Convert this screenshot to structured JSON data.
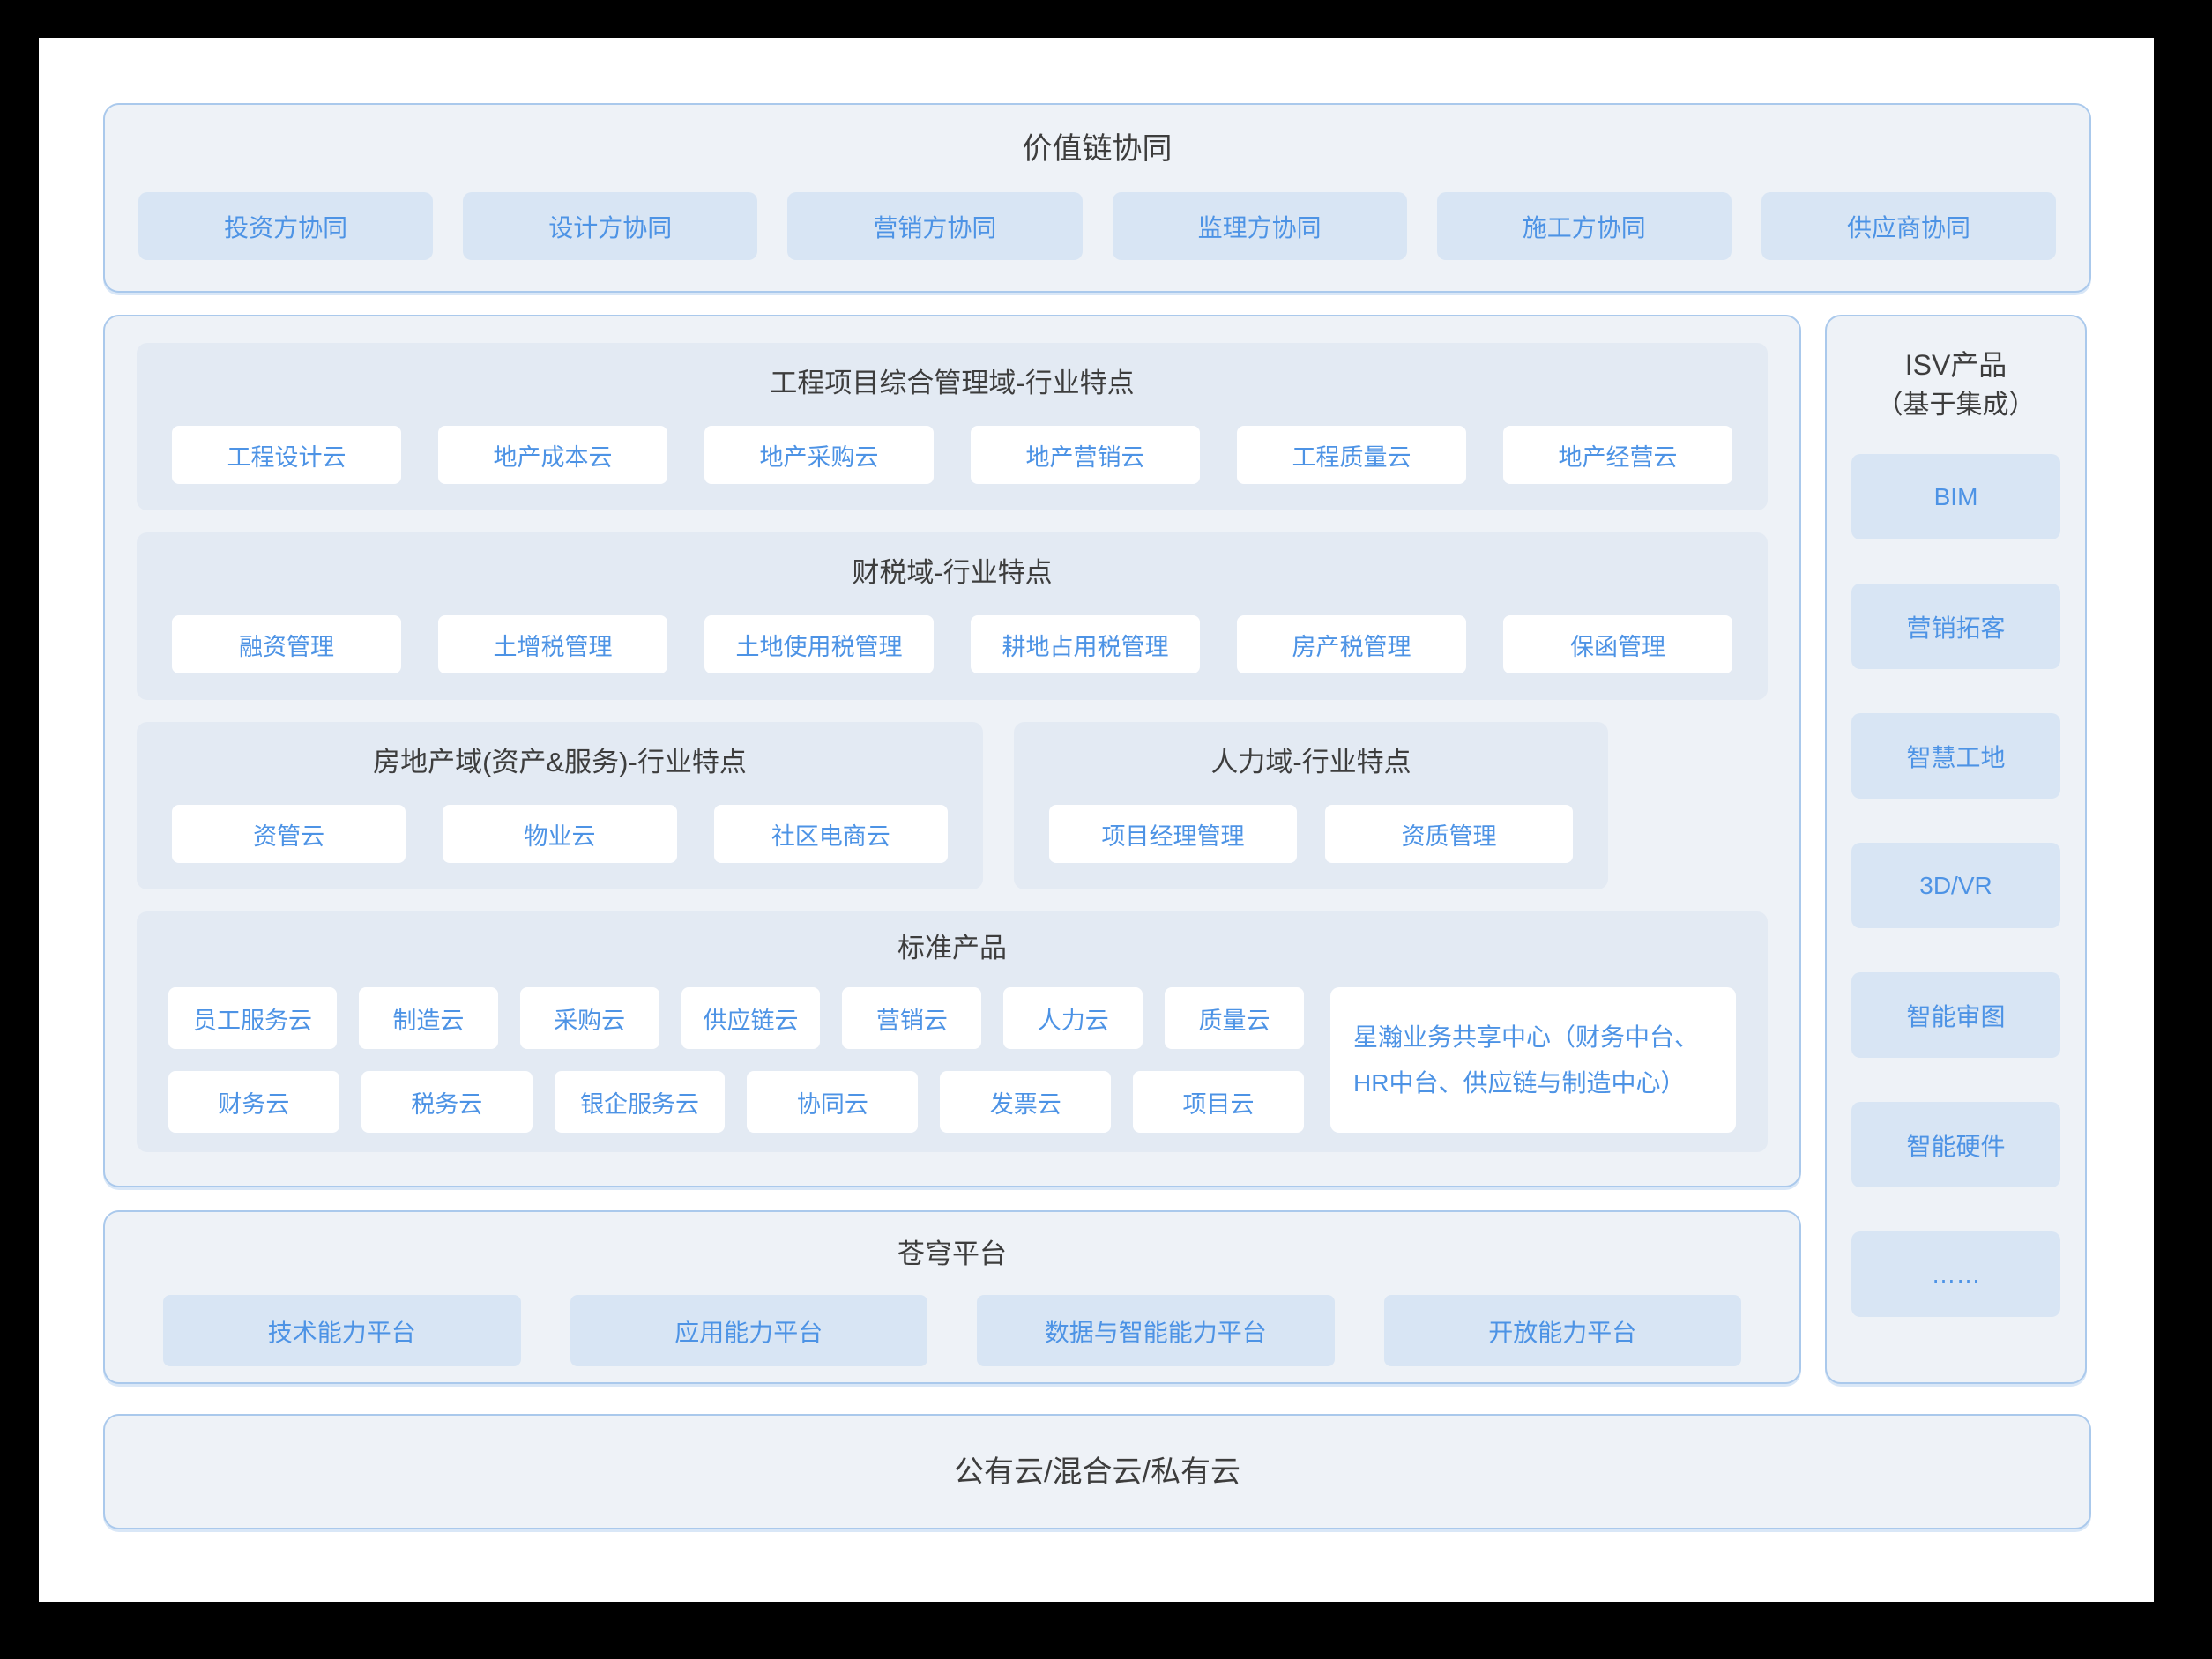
{
  "colors": {
    "frame_bg": "#000000",
    "page_bg": "#ffffff",
    "panel_bg": "#eef2f7",
    "subpanel_bg": "#e3eaf3",
    "chip_bg": "#d8e5f4",
    "box_bg": "#ffffff",
    "border": "#aac9ec",
    "accent_text": "#4d93e5",
    "title_text": "#3d3d3d"
  },
  "value_chain": {
    "title": "价值链协同",
    "items": [
      "投资方协同",
      "设计方协同",
      "营销方协同",
      "监理方协同",
      "施工方协同",
      "供应商协同"
    ]
  },
  "domains": {
    "project": {
      "title": "工程项目综合管理域-行业特点",
      "items": [
        "工程设计云",
        "地产成本云",
        "地产采购云",
        "地产营销云",
        "工程质量云",
        "地产经营云"
      ]
    },
    "finance_tax": {
      "title": "财税域-行业特点",
      "items": [
        "融资管理",
        "土增税管理",
        "土地使用税管理",
        "耕地占用税管理",
        "房产税管理",
        "保函管理"
      ]
    },
    "real_estate": {
      "title": "房地产域(资产&服务)-行业特点",
      "items": [
        "资管云",
        "物业云",
        "社区电商云"
      ]
    },
    "hr": {
      "title": "人力域-行业特点",
      "items": [
        "项目经理管理",
        "资质管理"
      ]
    },
    "standard": {
      "title": "标准产品",
      "row1": [
        "员工服务云",
        "制造云",
        "采购云",
        "供应链云",
        "营销云",
        "人力云",
        "质量云"
      ],
      "row2": [
        "财务云",
        "税务云",
        "银企服务云",
        "协同云",
        "发票云",
        "项目云"
      ],
      "shared_center": "星瀚业务共享中心（财务中台、HR中台、供应链与制造中心）"
    }
  },
  "isv": {
    "title_line1": "ISV产品",
    "title_line2": "（基于集成）",
    "items": [
      "BIM",
      "营销拓客",
      "智慧工地",
      "3D/VR",
      "智能审图",
      "智能硬件",
      "……"
    ]
  },
  "platform": {
    "title": "苍穹平台",
    "items": [
      "技术能力平台",
      "应用能力平台",
      "数据与智能能力平台",
      "开放能力平台"
    ]
  },
  "cloud": {
    "title": "公有云/混合云/私有云"
  }
}
